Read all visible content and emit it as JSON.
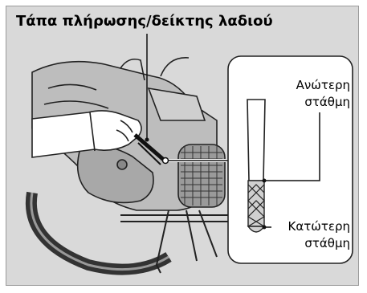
{
  "figure": {
    "title": "Τάπα πλήρωσης/δείκτης λαδιού",
    "callouts": {
      "upper_line1": "Ανώτερη",
      "upper_line2": "στάθμη",
      "lower_line1": "Κατώτερη",
      "lower_line2": "στάθμη"
    }
  },
  "colors": {
    "panel_bg": "#d9d9d9",
    "line_art": "#1a1a1a",
    "callout_box": "#ffffff"
  },
  "icons": [
    "motorcycle-engine-illustration",
    "hand-icon",
    "dipstick-icon"
  ]
}
